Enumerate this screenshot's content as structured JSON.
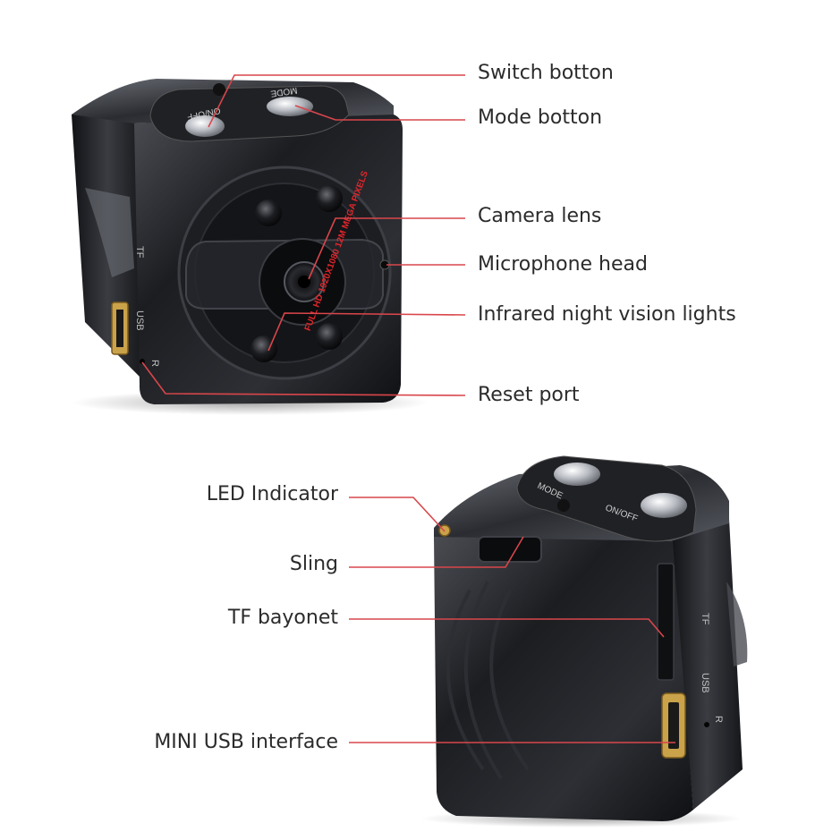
{
  "colors": {
    "leader": "#d9464b",
    "text": "#2b2b2b",
    "lens_text": "#e0262b",
    "body_dark": "#1a1b1f"
  },
  "top_camera": {
    "button_labels": {
      "on_off": "ON/OFF",
      "mode": "MODE"
    },
    "side_labels": {
      "tf": "TF",
      "usb": "USB",
      "reset": "R"
    },
    "lens_text": "FULL HD 1920X1080  12M MEGA PIXELS",
    "callouts": [
      {
        "id": "switch",
        "label": "Switch botton"
      },
      {
        "id": "mode",
        "label": "Mode botton"
      },
      {
        "id": "lens",
        "label": "Camera lens"
      },
      {
        "id": "mic",
        "label": "Microphone head"
      },
      {
        "id": "ir",
        "label": "Infrared night vision lights"
      },
      {
        "id": "reset",
        "label": "Reset port"
      }
    ]
  },
  "bottom_camera": {
    "button_labels": {
      "on_off": "ON/OFF",
      "mode": "MODE"
    },
    "side_labels": {
      "tf": "TF",
      "usb": "USB",
      "reset": "R"
    },
    "callouts": [
      {
        "id": "led",
        "label": "LED Indicator"
      },
      {
        "id": "sling",
        "label": "Sling"
      },
      {
        "id": "tf",
        "label": "TF bayonet"
      },
      {
        "id": "usb",
        "label": "MINI USB interface"
      }
    ]
  }
}
